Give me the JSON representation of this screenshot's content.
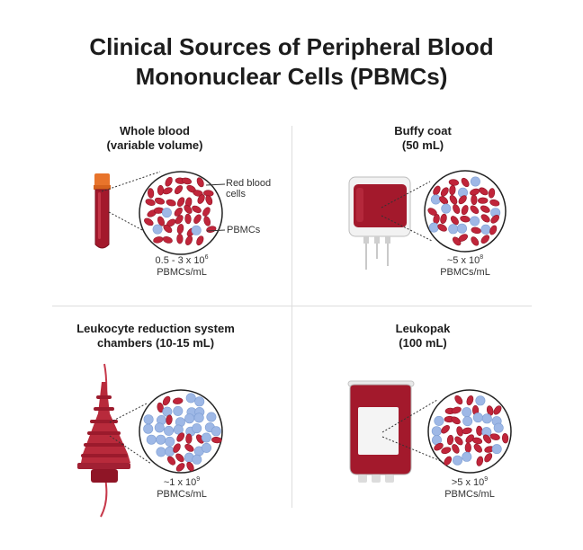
{
  "title": {
    "line1": "Clinical Sources of Peripheral Blood",
    "line2": "Mononuclear Cells (PBMCs)"
  },
  "panels": [
    {
      "title_line1": "Whole blood",
      "title_line2": "(variable volume)",
      "conc_base": "0.5 - 3 x 10",
      "conc_exp": "6",
      "conc_unit": "PBMCs/mL",
      "labels": {
        "rbc_line1": "Red blood",
        "rbc_line2": "cells",
        "pbmc": "PBMCs"
      }
    },
    {
      "title_line1": "Buffy coat",
      "title_line2": "(50 mL)",
      "conc_base": "~5 x 10",
      "conc_exp": "8",
      "conc_unit": "PBMCs/mL"
    },
    {
      "title_line1": "Leukocyte reduction system",
      "title_line2": "chambers (10-15 mL)",
      "conc_base": "~1 x 10",
      "conc_exp": "9",
      "conc_unit": "PBMCs/mL"
    },
    {
      "title_line1": "Leukopak",
      "title_line2": "(100 mL)",
      "conc_base": ">5 x 10",
      "conc_exp": "9",
      "conc_unit": "PBMCs/mL"
    }
  ],
  "colors": {
    "red_cell": "#c0253a",
    "red_cell_dark": "#8f1526",
    "pbmc": "#9eb8e6",
    "blood": "#a3192c",
    "tube_cap": "#e8742b",
    "divider": "#dddddd"
  }
}
